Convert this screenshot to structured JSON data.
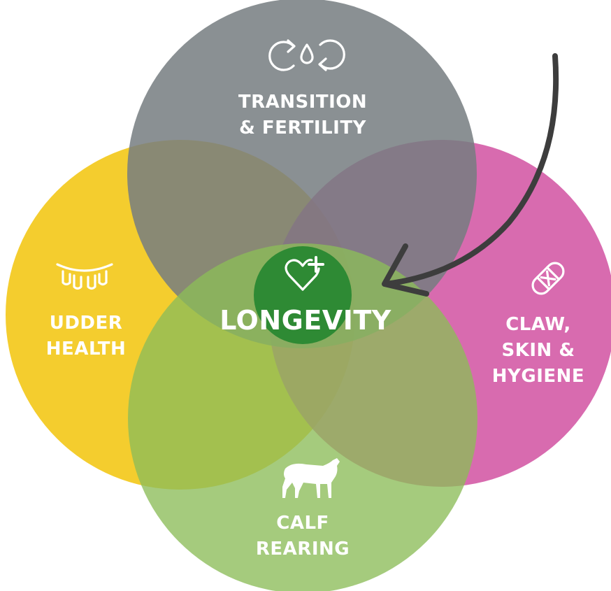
{
  "diagram": {
    "circles": [
      {
        "id": "transition",
        "lines": [
          "TRANSITION",
          "& FERTILITY"
        ],
        "icon": "cycle-drop-icon",
        "color": "#767c80"
      },
      {
        "id": "udder",
        "lines": [
          "UDDER",
          "HEALTH"
        ],
        "icon": "udder-icon",
        "color": "#f2c200"
      },
      {
        "id": "claw",
        "lines": [
          "CLAW,",
          "SKIN &",
          "HYGIENE"
        ],
        "icon": "bandage-icon",
        "color": "#cf4a9d"
      },
      {
        "id": "calf",
        "lines": [
          "CALF",
          "REARING"
        ],
        "icon": "calf-icon",
        "color": "#8cbd58"
      }
    ],
    "center": {
      "label": "LONGEVITY",
      "icon": "heart-plus-icon",
      "color": "#2e8a34"
    },
    "arrow": {
      "icon": "curved-arrow-icon",
      "color": "#3d3d3d"
    }
  }
}
